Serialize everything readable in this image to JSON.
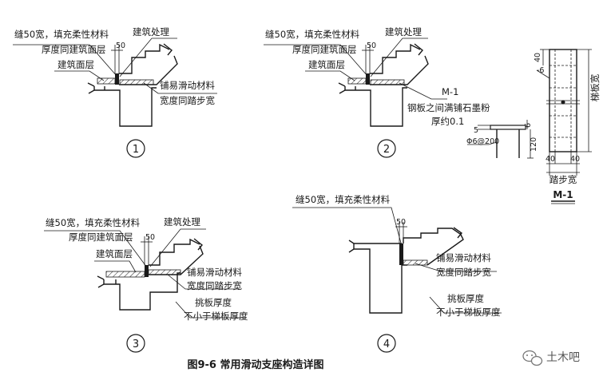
{
  "figure_caption": "图9-6 常用滑动支座构造详图",
  "watermark": {
    "text": "土木吧",
    "icon": "wechat-icon"
  },
  "details": [
    {
      "number": "1",
      "labels": {
        "joint": "缝50宽，填充柔性材料",
        "joint_thickness": "厚度同建筑面层",
        "arch_treatment": "建筑处理",
        "arch_layer": "建筑面层",
        "sliding_material": "铺易滑动材料",
        "sliding_width": "宽度同踏步宽"
      },
      "dim": "50"
    },
    {
      "number": "2",
      "labels": {
        "joint": "缝50宽，填充柔性材料",
        "joint_thickness": "厚度同建筑面层",
        "arch_treatment": "建筑处理",
        "arch_layer": "建筑面层",
        "plate_ref": "M-1",
        "graphite": "钢板之间满铺石墨粉",
        "graphite_thickness": "厚约0.1"
      },
      "dim": "50",
      "anchor": {
        "dim_top": "5",
        "dim_side": "6",
        "dim_height": "120",
        "rebar": "Φ6@200"
      }
    },
    {
      "number": "3",
      "labels": {
        "joint": "缝50宽，填充柔性材料",
        "joint_thickness": "厚度同建筑面层",
        "arch_treatment": "建筑处理",
        "arch_layer": "建筑面层",
        "sliding_material": "铺易滑动材料",
        "sliding_width": "宽度同踏步宽",
        "cant_thickness": "挑板厚度",
        "cant_min": "不小于梯板厚度"
      },
      "dim": "50"
    },
    {
      "number": "4",
      "labels": {
        "joint": "缝50宽，填充柔性材料",
        "sliding_material": "铺易滑动材料",
        "sliding_width": "宽度同踏步宽",
        "cant_thickness": "挑板厚度",
        "cant_min": "不小于梯板厚度"
      },
      "dim": "50"
    }
  ],
  "plate_m1": {
    "title": "M-1",
    "thickness": "-6",
    "dim_top": "40",
    "dim_bottom": "40",
    "dim_left": "40",
    "dim_right": "40",
    "width_label": "梯板宽",
    "tread_label": "踏步宽"
  }
}
